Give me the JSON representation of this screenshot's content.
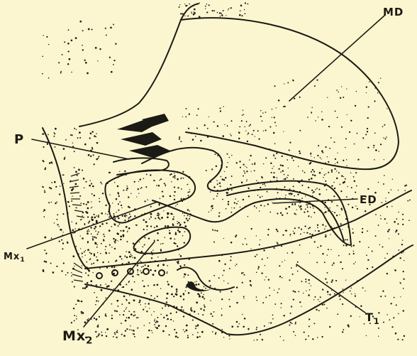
{
  "figure": {
    "labels": {
      "md": {
        "text": "MD"
      },
      "p": {
        "text": "P"
      },
      "ed": {
        "text": "ED"
      },
      "mx1": {
        "text": "Mx",
        "sub": "1"
      },
      "mx2": {
        "text": "Mx",
        "sub": "2"
      },
      "t1": {
        "text": "T",
        "sub": "1"
      }
    }
  },
  "colors": {
    "paper": "#fbf6cf",
    "ink": "#1c1a14"
  }
}
